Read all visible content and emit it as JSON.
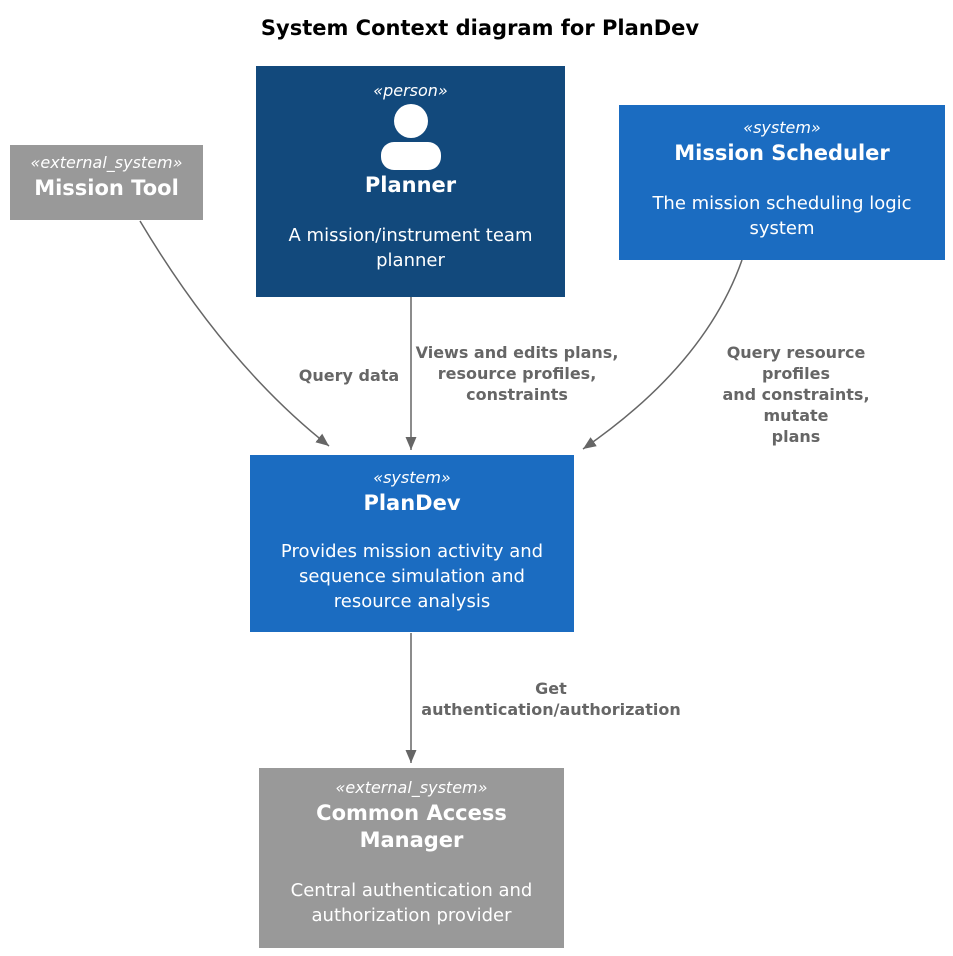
{
  "title": "System Context diagram for PlanDev",
  "colors": {
    "person_fill": "#12497C",
    "system_fill": "#1B6CC1",
    "external_system_fill": "#999999",
    "edge": "#666666",
    "edge_label_text": "#666666",
    "node_text": "#FFFFFF",
    "title_text": "#000000"
  },
  "nodes": {
    "planner": {
      "stereotype": "«person»",
      "name": "Planner",
      "description": "A mission/instrument team planner"
    },
    "mission_tool": {
      "stereotype": "«external_system»",
      "name": "Mission Tool"
    },
    "mission_scheduler": {
      "stereotype": "«system»",
      "name": "Mission Scheduler",
      "description": "The mission scheduling logic system"
    },
    "plandev": {
      "stereotype": "«system»",
      "name": "PlanDev",
      "description": "Provides mission activity and sequence simulation and resource analysis"
    },
    "common_access_manager": {
      "stereotype": "«external_system»",
      "name": "Common Access Manager",
      "description": "Central authentication and authorization provider"
    }
  },
  "edges": [
    {
      "from": "Mission Tool",
      "to": "PlanDev",
      "label": "Query data"
    },
    {
      "from": "Planner",
      "to": "PlanDev",
      "label": "Views and edits plans,\nresource profiles,\nconstraints"
    },
    {
      "from": "Mission Scheduler",
      "to": "PlanDev",
      "label": "Query resource profiles\nand constraints, mutate\nplans"
    },
    {
      "from": "PlanDev",
      "to": "Common Access Manager",
      "label": "Get\nauthentication/authorization"
    }
  ]
}
